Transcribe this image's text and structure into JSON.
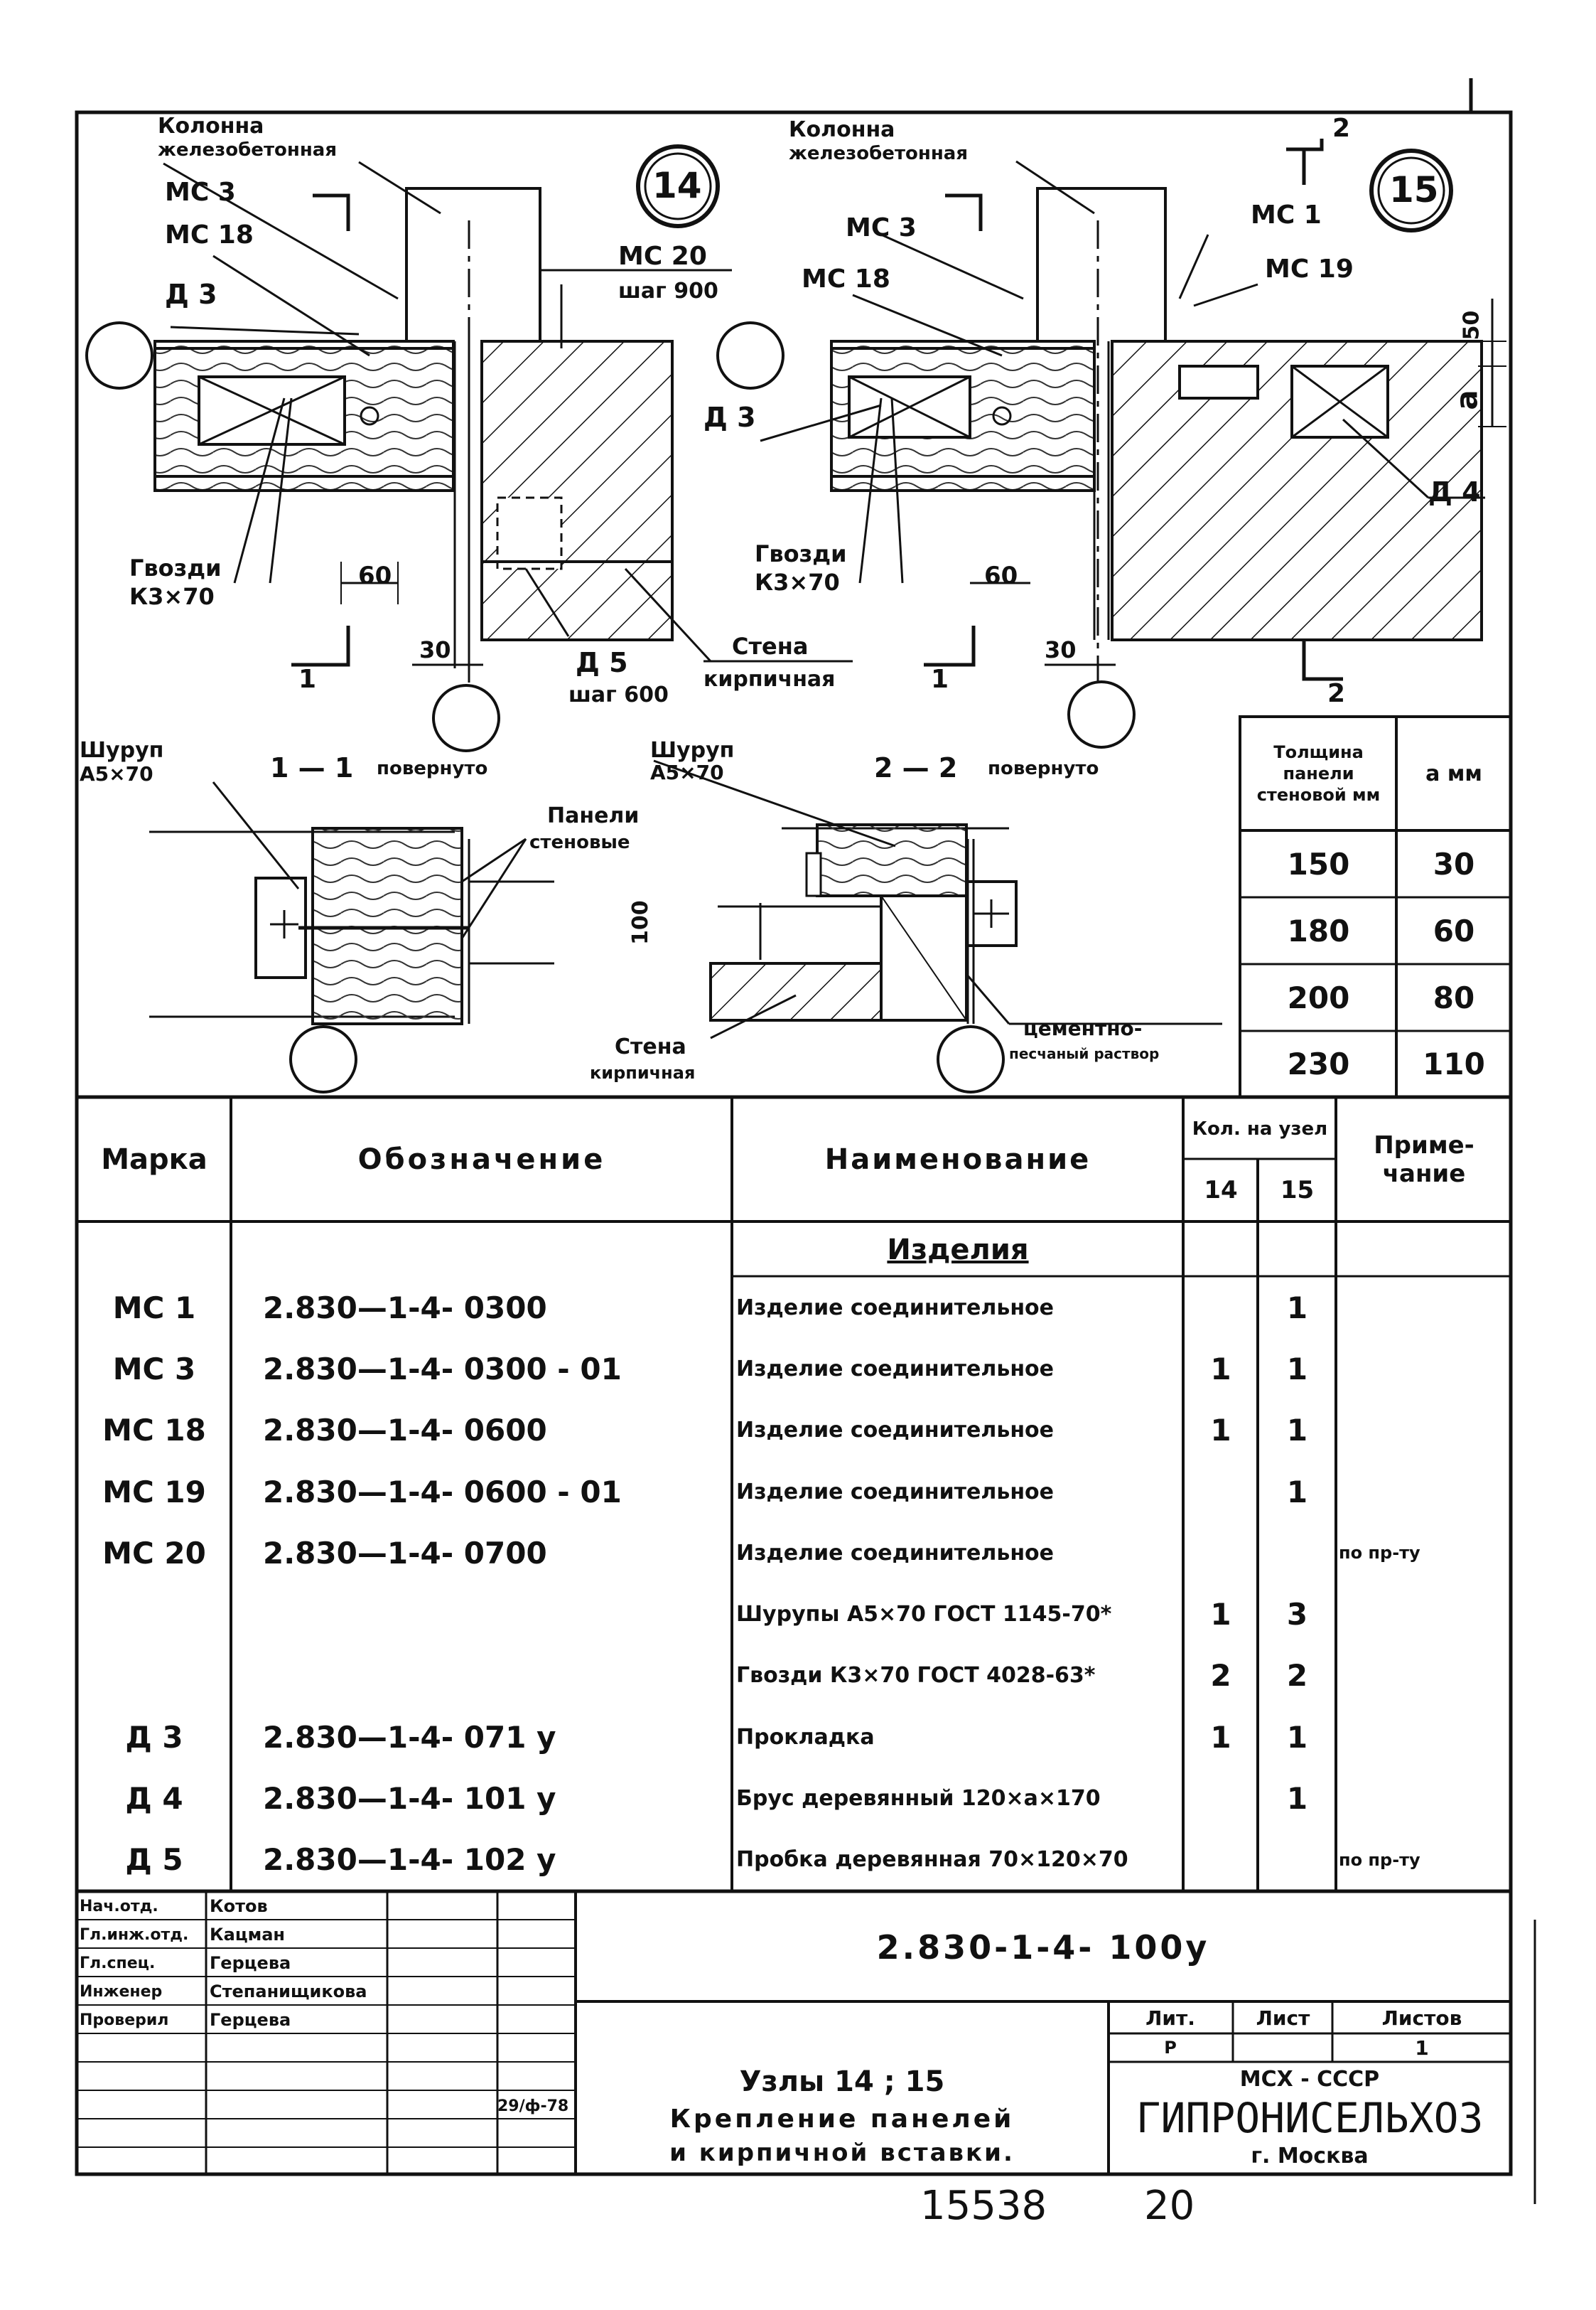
{
  "drawing": {
    "node14": {
      "circle": "14",
      "column_label": [
        "Колонна",
        "железобетонная"
      ],
      "mc3": "МС 3",
      "mc18": "МС 18",
      "mc20": "МС 20",
      "mc20_step": "шаг 900",
      "d3": "Д 3",
      "nails": [
        "Гвозди",
        "К3×70"
      ],
      "dim60": "60",
      "dim30": "30",
      "d5": "Д 5",
      "d5_step": "шаг 600",
      "wall": [
        "Стена",
        "кирпичная"
      ],
      "section_mark": "1"
    },
    "node15": {
      "circle": "15",
      "column_label": [
        "Колонна",
        "железобетонная"
      ],
      "mc3": "МС 3",
      "mc18": "МС 18",
      "mc1": "МС 1",
      "mc19": "МС 19",
      "d3": "Д 3",
      "d4": "Д 4",
      "nails": [
        "Гвозди",
        "К3×70"
      ],
      "dim60": "60",
      "dim30": "30",
      "dim50": "50",
      "dim_a": "a",
      "section_mark_1": "1",
      "section_mark_2": "2"
    },
    "section1": {
      "title": "1 — 1",
      "rotated": "повернуто",
      "screw": [
        "Шуруп",
        "А5×70"
      ],
      "panels": [
        "Панели",
        "стеновые"
      ]
    },
    "section2": {
      "title": "2 — 2",
      "rotated": "повернуто",
      "screw": [
        "Шуруп",
        "А5×70"
      ],
      "dim100": "100",
      "wall": [
        "Стена",
        "кирпичная"
      ],
      "mortar": [
        "цементно-",
        "песчаный раствор"
      ]
    },
    "thickness_table": {
      "headers": [
        "Толщина панели стеновой мм",
        "a мм"
      ],
      "rows": [
        [
          "150",
          "30"
        ],
        [
          "180",
          "60"
        ],
        [
          "200",
          "80"
        ],
        [
          "230",
          "110"
        ]
      ]
    }
  },
  "spec_table": {
    "headers": {
      "mark": "Марка",
      "designation": "Обозначение",
      "name": "Наименование",
      "qty": "Кол. на узел",
      "qty14": "14",
      "qty15": "15",
      "note": "Приме-чание"
    },
    "section_title": "Изделия",
    "rows": [
      {
        "mark": "МС 1",
        "designation": "2.830—1-4- 0300",
        "name": "Изделие соединительное",
        "q14": "",
        "q15": "1",
        "note": ""
      },
      {
        "mark": "МС 3",
        "designation": "2.830—1-4- 0300 - 01",
        "name": "Изделие соединительное",
        "q14": "1",
        "q15": "1",
        "note": ""
      },
      {
        "mark": "МС 18",
        "designation": "2.830—1-4- 0600",
        "name": "Изделие соединительное",
        "q14": "1",
        "q15": "1",
        "note": ""
      },
      {
        "mark": "МС 19",
        "designation": "2.830—1-4- 0600 - 01",
        "name": "Изделие соединительное",
        "q14": "",
        "q15": "1",
        "note": ""
      },
      {
        "mark": "МС 20",
        "designation": "2.830—1-4- 0700",
        "name": "Изделие соединительное",
        "q14": "",
        "q15": "",
        "note": "по пр-ту"
      },
      {
        "mark": "",
        "designation": "",
        "name": "Шурупы А5×70 ГОСТ 1145-70*",
        "q14": "1",
        "q15": "3",
        "note": ""
      },
      {
        "mark": "",
        "designation": "",
        "name": "Гвозди К3×70 ГОСТ 4028-63*",
        "q14": "2",
        "q15": "2",
        "note": ""
      },
      {
        "mark": "Д 3",
        "designation": "2.830—1-4- 071 у",
        "name": "Прокладка",
        "q14": "1",
        "q15": "1",
        "note": ""
      },
      {
        "mark": "Д 4",
        "designation": "2.830—1-4- 101 у",
        "name": "Брус деревянный 120×a×170",
        "q14": "",
        "q15": "1",
        "note": ""
      },
      {
        "mark": "Д 5",
        "designation": "2.830—1-4- 102 у",
        "name": "Пробка деревянная 70×120×70",
        "q14": "",
        "q15": "",
        "note": "по пр-ту"
      }
    ]
  },
  "title_block": {
    "staff": [
      {
        "role": "Нач.отд.",
        "name": "Котов"
      },
      {
        "role": "Гл.инж.отд.",
        "name": "Кацман"
      },
      {
        "role": "Гл.спец.",
        "name": "Герцева"
      },
      {
        "role": "Инженер",
        "name": "Степанищикова"
      },
      {
        "role": "Проверил",
        "name": "Герцева"
      }
    ],
    "date": "29/ф-78",
    "doc_number": "2.830-1-4- 100у",
    "title_lines": [
      "Узлы 14 ; 15",
      "Крепление панелей",
      "и кирпичной вставки."
    ],
    "lit_label": "Лит.",
    "sheet_label": "Лист",
    "sheets_label": "Листов",
    "lit_value": "Р",
    "sheet_value": "",
    "sheets_value": "1",
    "org_ministry": "МСХ - СССР",
    "org_name": "ГИПРОНИСЕЛЬХОЗ",
    "org_city": "г. Москва"
  },
  "footer": {
    "inventory": "15538",
    "page": "20"
  }
}
